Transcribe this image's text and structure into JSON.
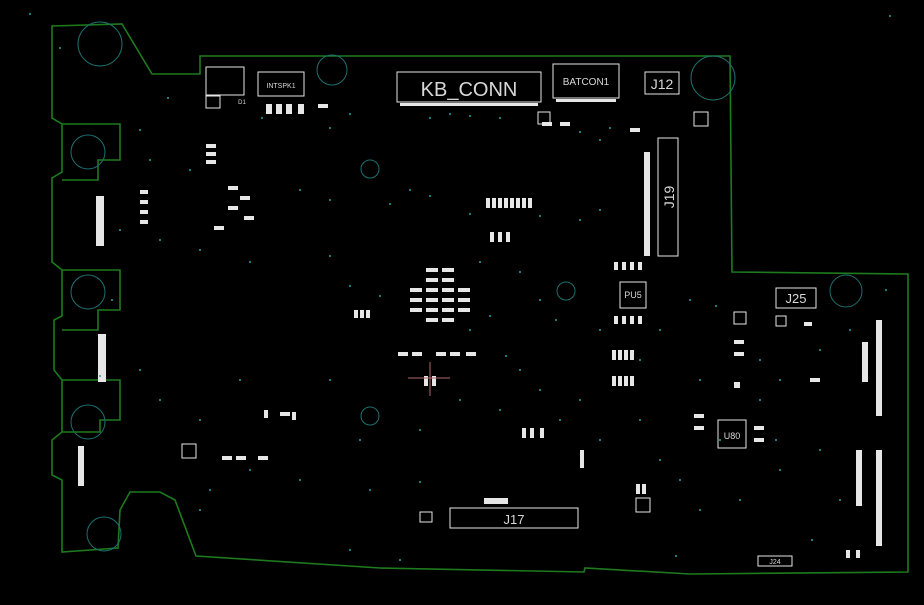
{
  "diagram": {
    "kind": "pcb-silkscreen-layout",
    "colors": {
      "background": "#000000",
      "board_edge": "#1d7a1d",
      "silkscreen": "#e6e6e6",
      "mounting_hole": "#1f6f6f",
      "via": "#2aa6a6",
      "crosshair": "#b06a6a"
    },
    "labels": {
      "kb_conn": "KB_CONN",
      "batcon1": "BATCON1",
      "j12": "J12",
      "j19": "J19",
      "j25": "J25",
      "j17": "J17",
      "u80": "U80",
      "pu5": "PU5",
      "intspk1": "INTSPK1",
      "d1": "D1",
      "j24": "J24"
    }
  }
}
